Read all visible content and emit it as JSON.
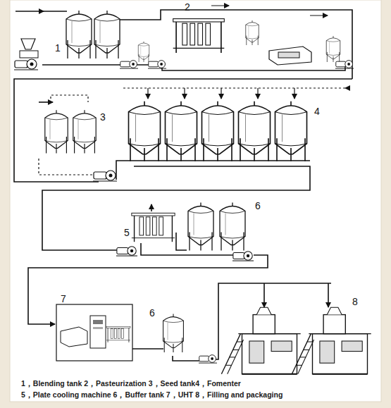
{
  "diagram": {
    "labels": [
      "1",
      "2",
      "3",
      "4",
      "5",
      "6",
      "6",
      "7",
      "8",
      "1，Blending tank 2，Pasteurization 3，Seed tank4，Fomenter",
      "5，Plate cooling machine 6，Buffer tank 7，UHT 8，Filling and packaging"
    ]
  }
}
